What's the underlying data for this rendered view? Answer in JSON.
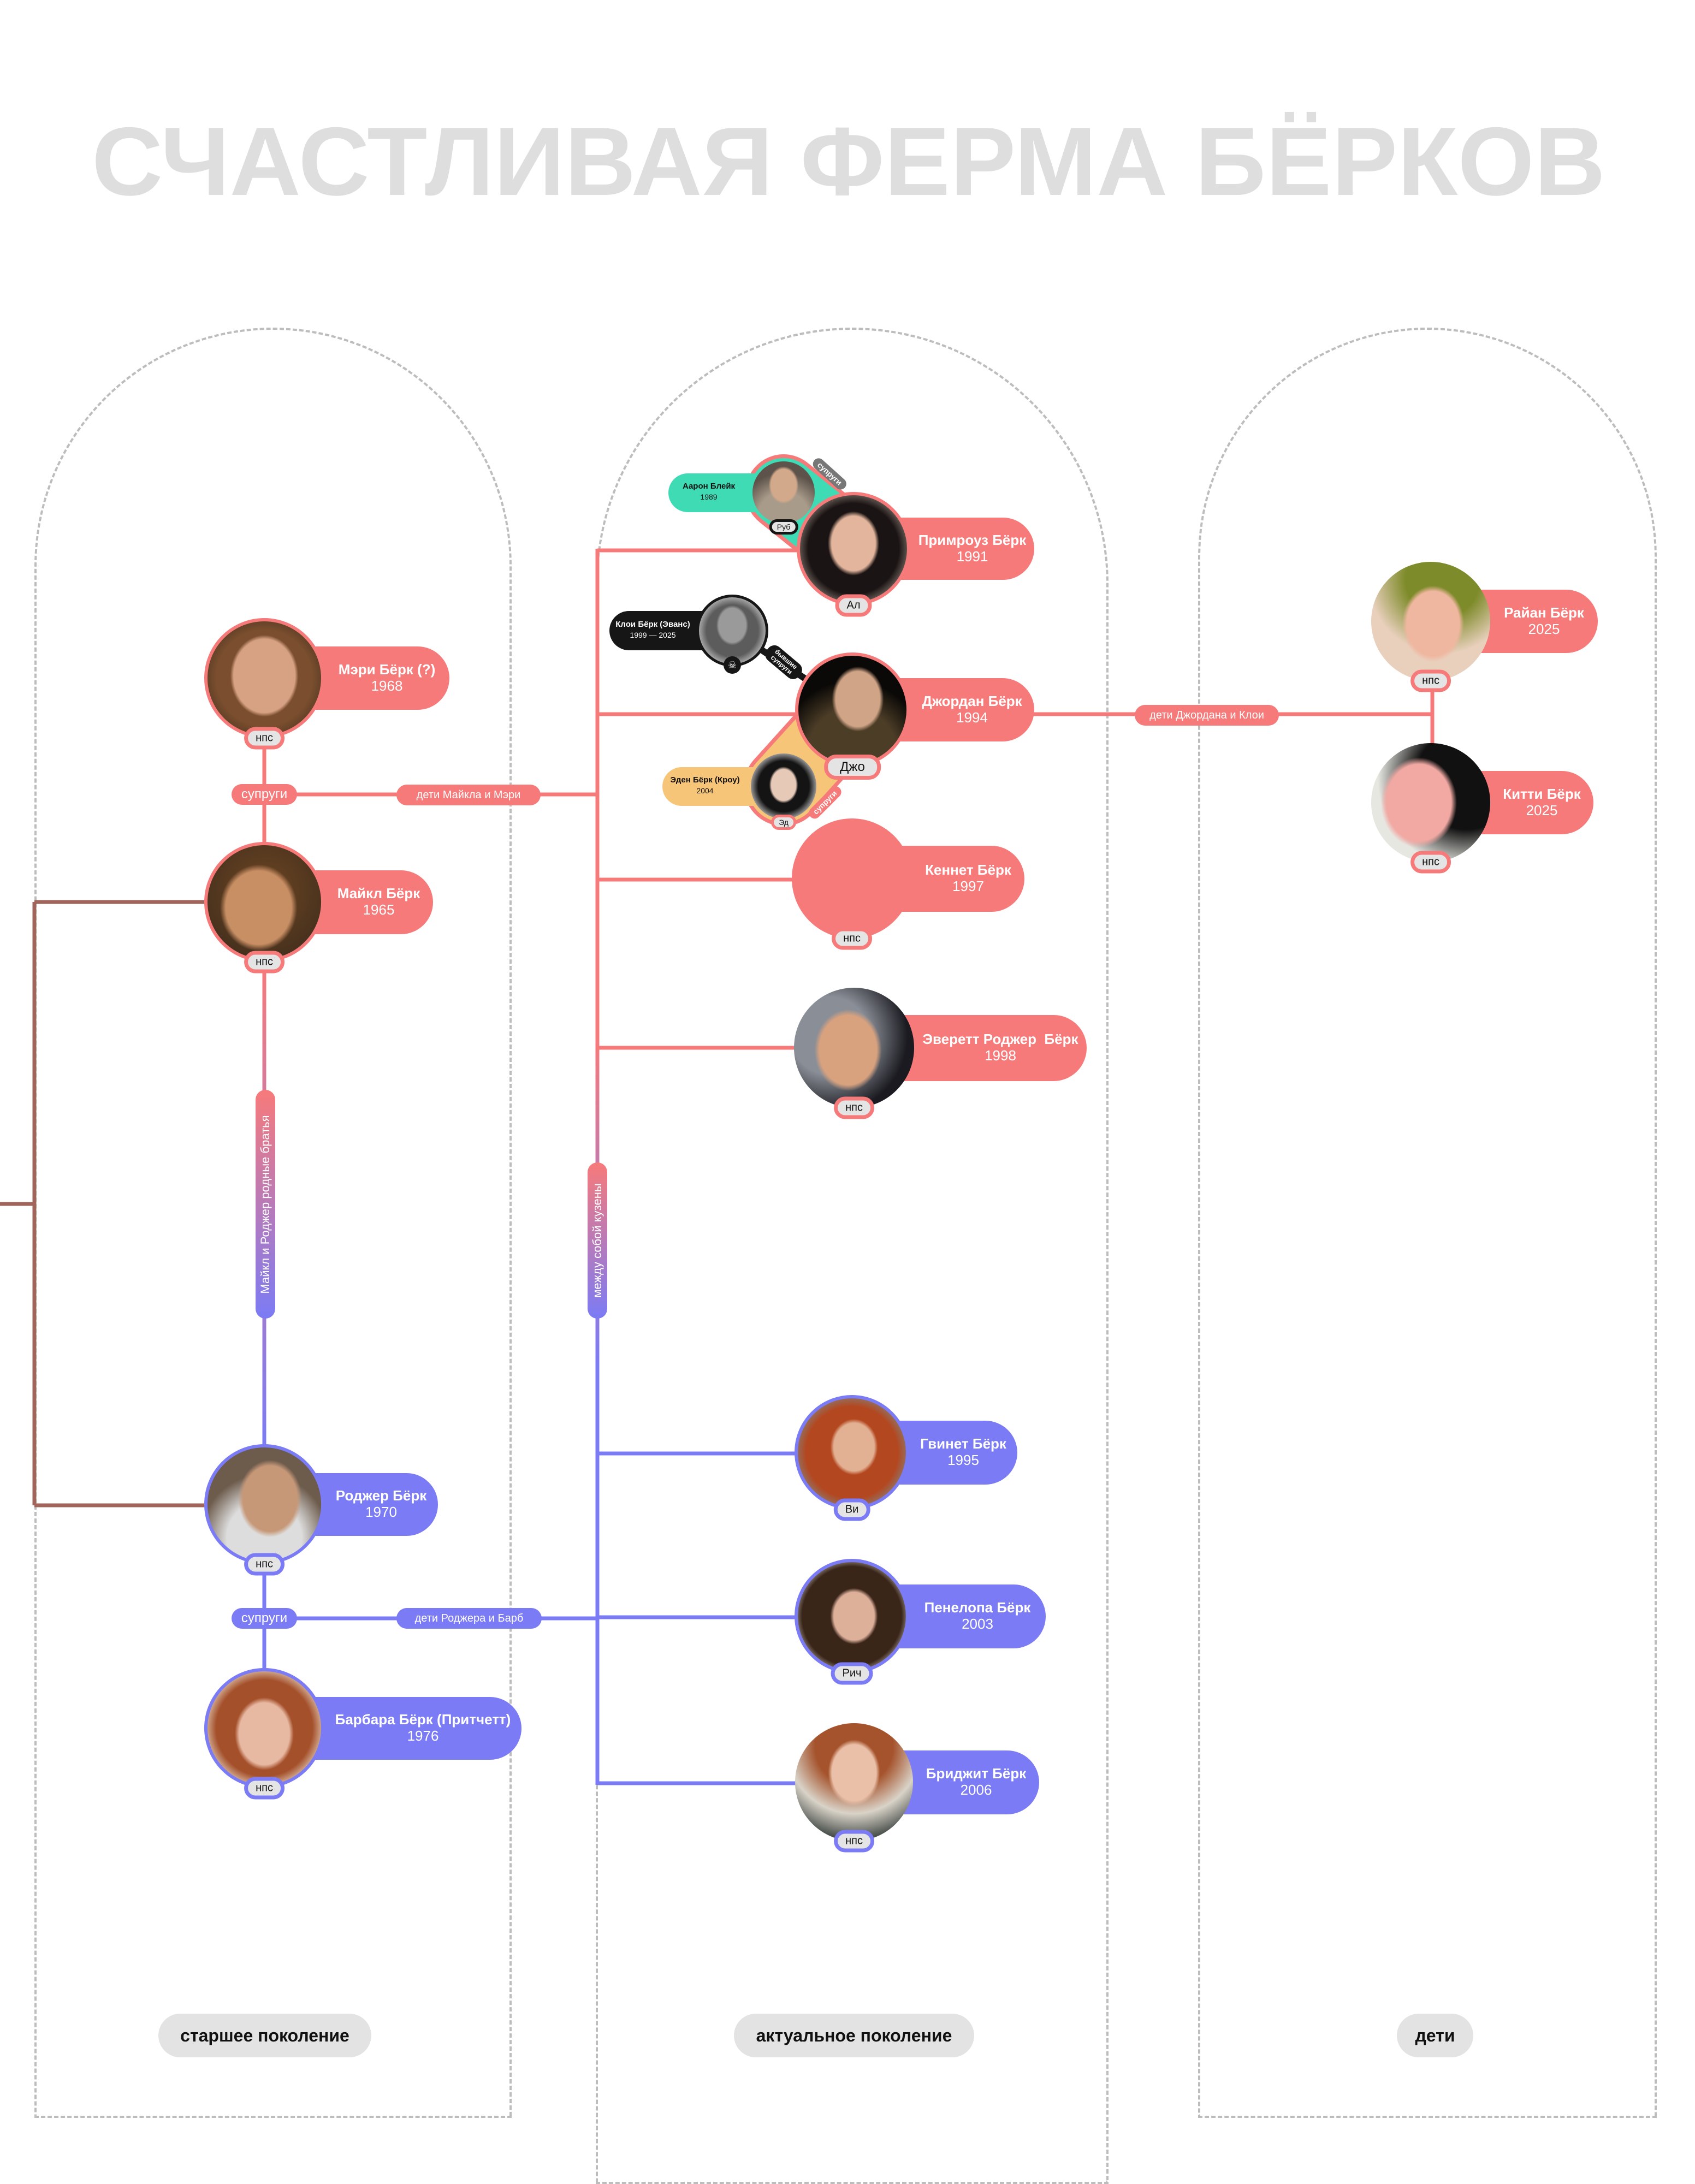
{
  "title": "СЧАСТЛИВАЯ ФЕРМА БЁРКОВ",
  "columns": [
    {
      "label": "старшее поколение"
    },
    {
      "label": "актуальное поколение"
    },
    {
      "label": "дети"
    }
  ],
  "colors": {
    "coral": "#F77A7A",
    "purple": "#7B7BF5",
    "teal": "#3FDBB5",
    "yellow": "#F7C577",
    "black": "#161616",
    "brown": "#A0645A",
    "gray": "#777777"
  },
  "people": {
    "mary": {
      "name": "Мэри Бёрк (?)",
      "year": "1968",
      "badge": "нпс"
    },
    "michael": {
      "name": "Майкл Бёрк",
      "year": "1965",
      "badge": "нпс"
    },
    "roger": {
      "name": "Роджер Бёрк",
      "year": "1970",
      "badge": "нпс"
    },
    "barbara": {
      "name": "Барбара Бёрк (Притчетт)",
      "year": "1976",
      "badge": "нпс"
    },
    "aaron": {
      "name": "Аарон Блейк",
      "year": "1989",
      "badge": "Руб"
    },
    "primrose": {
      "name": "Примроуз Бёрк",
      "year": "1991",
      "badge": "Ал"
    },
    "chloe": {
      "name": "Клои Бёрк (Эванс)",
      "year": "1999 — 2025",
      "badge_icon": "skull-icon"
    },
    "jordan": {
      "name": "Джордан Бёрк",
      "year": "1994",
      "badge": "Джо"
    },
    "eden": {
      "name": "Эден Бёрк (Кроу)",
      "year": "2004",
      "badge": "Эд"
    },
    "kenneth": {
      "name": "Кеннет Бёрк",
      "year": "1997",
      "badge": "нпс"
    },
    "everett": {
      "name": "Эверетт Роджер  Бёрк",
      "year": "1998",
      "badge": "нпс"
    },
    "gwyneth": {
      "name": "Гвинет Бёрк",
      "year": "1995",
      "badge": "Ви"
    },
    "penelope": {
      "name": "Пенелопа Бёрк",
      "year": "2003",
      "badge": "Рич"
    },
    "bridget": {
      "name": "Бриджит Бёрк",
      "year": "2006",
      "badge": "нпс"
    },
    "ryan": {
      "name": "Райан Бёрк",
      "year": "2025",
      "badge": "нпс"
    },
    "kitty": {
      "name": "Китти Бёрк",
      "year": "2025",
      "badge": "нпс"
    }
  },
  "relations": {
    "michael_mary_spouses": "супруги",
    "michael_mary_children": "дети Майкла и Мэри",
    "roger_barbara_spouses": "супруги",
    "roger_barbara_children": "дети Роджера и Барб",
    "brothers": "Майкл и Роджер родные братья",
    "cousins": "между собой кузены",
    "aaron_primrose": "супруги",
    "chloe_jordan": "бывшие супруги",
    "eden_jordan": "супруги",
    "jordan_chloe_children": "дети Джордана и Клои"
  }
}
